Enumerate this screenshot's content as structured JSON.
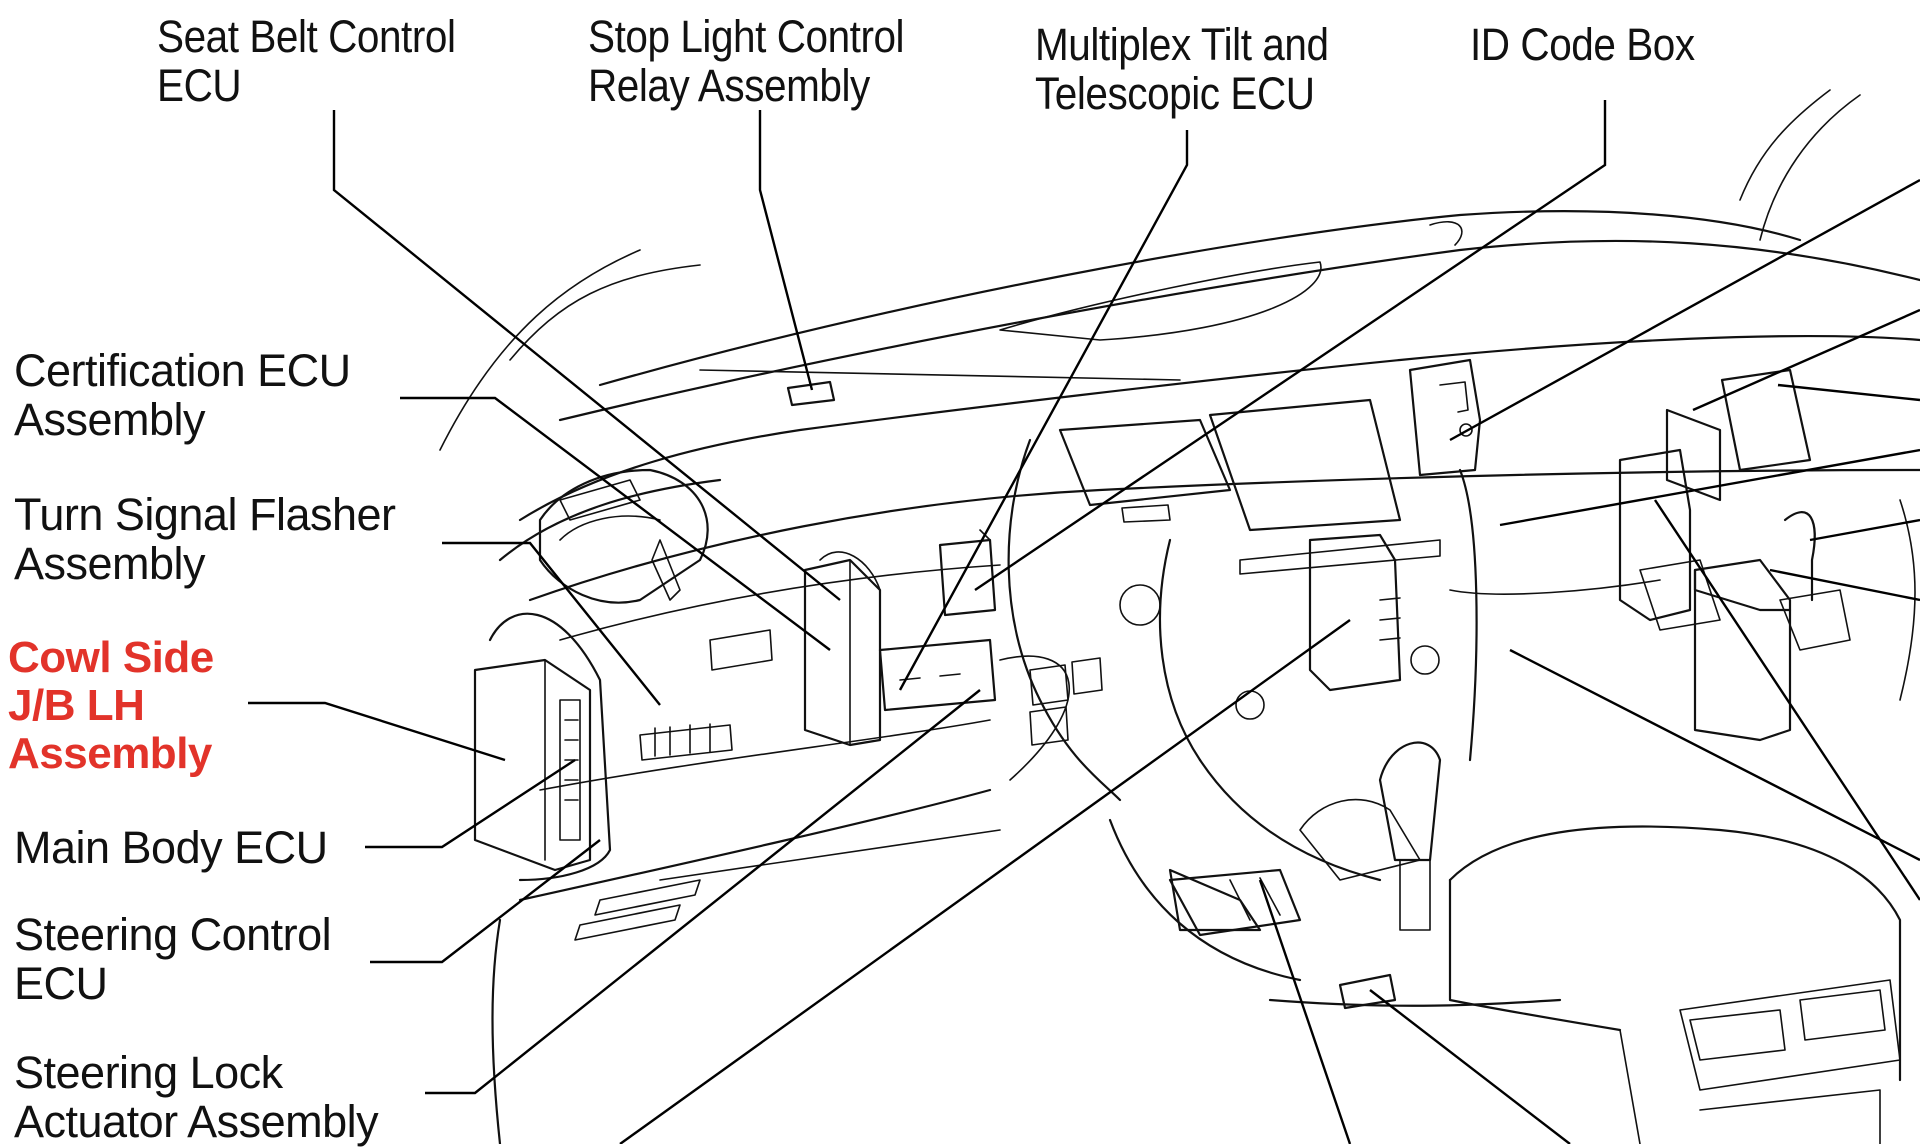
{
  "diagram": {
    "subject": "Vehicle instrument panel area — component location",
    "highlight_color": "#e2332a",
    "text_color": "#111111",
    "labels": {
      "seat_belt_control_ecu": {
        "line1": "Seat Belt Control",
        "line2": "ECU"
      },
      "stop_light_control_relay": {
        "line1": "Stop Light Control",
        "line2": "Relay Assembly"
      },
      "multiplex_tilt_telescopic_ecu": {
        "line1": "Multiplex Tilt and",
        "line2": "Telescopic ECU"
      },
      "id_code_box": {
        "line1": "ID Code Box"
      },
      "certification_ecu": {
        "line1": "Certification ECU",
        "line2": "Assembly"
      },
      "turn_signal_flasher": {
        "line1": "Turn Signal Flasher",
        "line2": "Assembly"
      },
      "cowl_side_jb_lh": {
        "line1": "Cowl Side",
        "line2": "J/B LH",
        "line3": "Assembly",
        "highlighted": true
      },
      "main_body_ecu": {
        "line1": "Main Body ECU"
      },
      "steering_control_ecu": {
        "line1": "Steering Control",
        "line2": "ECU"
      },
      "steering_lock_actuator": {
        "line1": "Steering Lock",
        "line2": "Actuator Assembly"
      }
    }
  }
}
